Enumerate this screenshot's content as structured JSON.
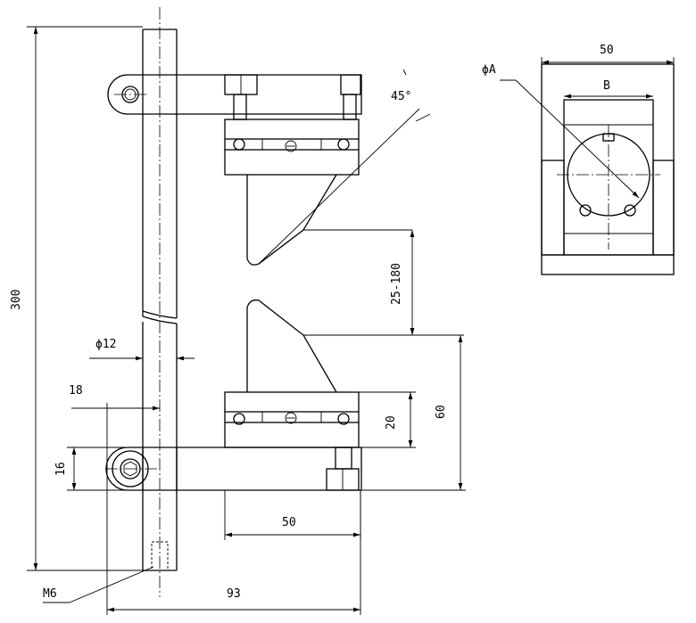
{
  "dimensions": {
    "overall_height": "300",
    "rod_diameter": "ϕ12",
    "offset_18": "18",
    "arm_thickness": "16",
    "thread": "M6",
    "overall_width": "93",
    "jaw_width": "50",
    "jaw_height": "60",
    "block_height": "20",
    "opening_range": "25-180",
    "angle": "45°",
    "top_view_width": "50",
    "top_view_inner": "B",
    "bore_diameter": "ϕA"
  }
}
